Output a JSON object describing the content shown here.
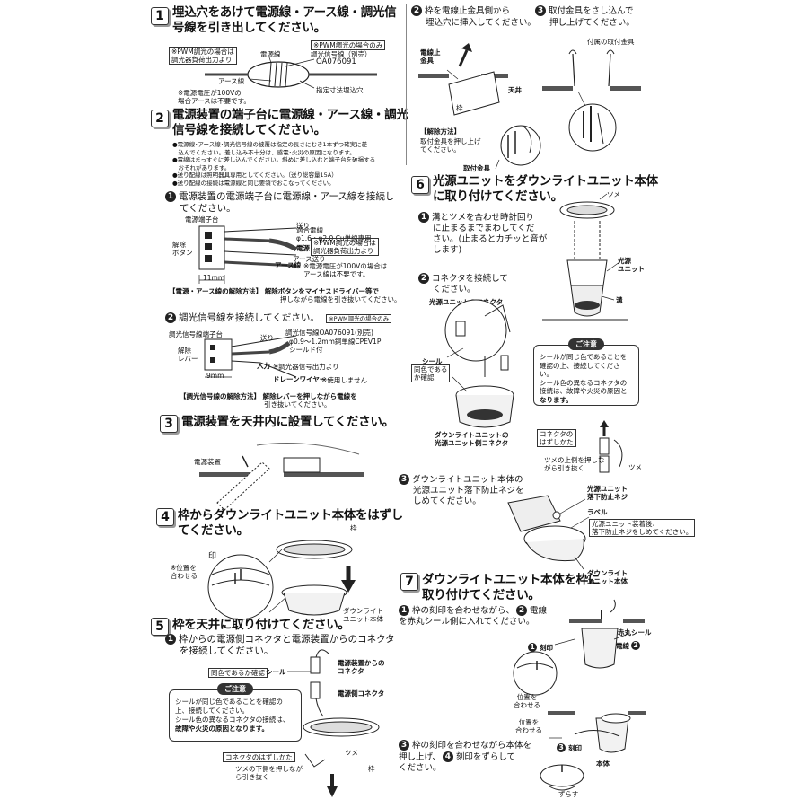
{
  "s1": {
    "num": "1",
    "title_l1": "埋込穴をあけて電源線・アース線・調光信",
    "title_l2": "号線を引き出してください。",
    "note_pwm_nonuse_l1": "※PWM調光の場合は",
    "note_pwm_nonuse_l2": "調光器負荷出力より",
    "lbl_power": "電源線",
    "note_pwm_only": "※PWM調光の場合のみ",
    "lbl_signal": "調光信号線（別売）",
    "lbl_signal_model": "OA076091",
    "lbl_earth": "アース線",
    "note_100v_l1": "※電源電圧が100Vの",
    "note_100v_l2": "場合アースは不要です。",
    "lbl_hole": "指定寸法埋込穴"
  },
  "s2": {
    "num": "2",
    "title_l1": "電源装置の端子台に電源線・アース線・調光",
    "title_l2": "信号線を接続してください。",
    "bullets": [
      "●電源線･アース線･調光信号線の被覆は指定の長さにむき1本ずつ確実に差",
      "　込んでください。差し込み不十分は、感電･火災の原因になります。",
      "●電線はまっすぐに差し込んでください。斜めに差し込むと端子台を破損する",
      "　おそれがあります。",
      "●送り配線は照明器具専用としてください。（送り総容量15A）",
      "●送り配線の接続は電源線と同じ要領でおこなってください。"
    ],
    "step1_l1": "電源装置の電源端子台に電源線・アース線を接続し",
    "step1_l2": "てください。",
    "lbl_terminal": "電源端子台",
    "lbl_release_btn_l1": "解除",
    "lbl_release_btn_l2": "ボタン",
    "lbl_okuri": "送り",
    "lbl_wire_spec_l1": "適合電線",
    "lbl_wire_spec_l2": "φ1.6・φ2.0 Cu単線専用",
    "lbl_dengen": "電源",
    "note_pwm_l1": "※PWM調光の場合は",
    "note_pwm_l2": "調光器負荷出力より",
    "lbl_okuri2": "アース送り",
    "lbl_earth": "アース線",
    "note_earth_l1": "※電源電圧が100Vの場合は",
    "note_earth_l2": "アース線は不要です。",
    "dim_11": "11mm",
    "release_method_l1": "【電源・アース線の解除方法】 解除ボタンをマイナスドライバー等で",
    "release_method_l2": "押しながら電線を引き抜いてください。",
    "step2": "調光信号線を接続してください。",
    "step2_tag": "※PWM調光の場合のみ",
    "lbl_sig_terminal": "調光信号線端子台",
    "lbl_release_lever_l1": "解除",
    "lbl_release_lever_l2": "レバー",
    "lbl_sig_model": "調光信号線OA076091(別売)",
    "lbl_sig_spec_l1": "φ0.9～1.2mm銅単線CPEV1P",
    "lbl_sig_spec_l2": "シールド付",
    "lbl_input": "入力",
    "lbl_input_note": "※調光器信号出力より",
    "dim_9": "9mm",
    "lbl_drain": "ドレーンワイヤー",
    "lbl_drain_note": "※使用しません",
    "sig_release_l1": "【調光信号線の解除方法】 解除レバーを押しながら電線を",
    "sig_release_l2": "引き抜いてください。"
  },
  "s3": {
    "num": "3",
    "title": "電源装置を天井内に設置してください。",
    "lbl_device": "電源装置"
  },
  "s4": {
    "num": "4",
    "title_l1": "枠からダウンライトユニット本体をはずし",
    "title_l2": "てください。",
    "lbl_waku": "枠",
    "lbl_mark": "印",
    "lbl_align_l1": "※位置を",
    "lbl_align_l2": "合わせる",
    "lbl_unit_l1": "ダウンライト",
    "lbl_unit_l2": "ユニット本体"
  },
  "s5": {
    "num": "5",
    "title": "枠を天井に取り付けてください。",
    "step1_l1": "枠からの電源側コネクタと電源装置からのコネクタ",
    "step1_l2": "を接続してください。",
    "tag_same_color": "同色であるか確認",
    "lbl_seal": "シール",
    "lbl_conn_from_l1": "電源装置からの",
    "lbl_conn_from_l2": "コネクタ",
    "lbl_power_conn": "電源側コネクタ",
    "caution_title": "ご注意",
    "caution_l1": "シールが同じ色であることを確認の",
    "caution_l2": "上、接続してください。",
    "caution_l3": "シール色の異なるコネクタの接続は、",
    "caution_l4": "故障や火災の原因となります。",
    "lbl_tsume": "ツメ",
    "lbl_waku": "枠",
    "disconnect_title": "コネクタのはずしかた",
    "disconnect_l1": "ツメの下側を押しなが",
    "disconnect_l2": "ら引き抜く"
  },
  "r1": {
    "step2_l1": "枠を電線止金具側から",
    "step2_l2": "埋込穴に挿入してください。",
    "lbl_stopper_l1": "電線止",
    "lbl_stopper_l2": "金具",
    "lbl_ceiling": "天井",
    "lbl_waku": "枠",
    "release_title": "【解除方法】",
    "release_l1": "取付金具を押し上げ",
    "release_l2": "てください。",
    "lbl_bracket": "取付金具",
    "step3_l1": "取付金具をさし込んで",
    "step3_l2": "押し上げてください。",
    "lbl_attached_bracket": "付属の取付金具"
  },
  "s6": {
    "num": "6",
    "title_l1": "光源ユニットをダウンライトユニット本体",
    "title_l2": "に取り付けてください。",
    "step1_l1": "溝とツメを合わせ時計回り",
    "step1_l2": "に止まるまでまわしてくだ",
    "step1_l3": "さい。(止まるとカチッと音が",
    "step1_l4": "します)",
    "lbl_tsume": "ツメ",
    "lbl_light_l1": "光源",
    "lbl_light_l2": "ユニット",
    "lbl_groove": "溝",
    "step2_l1": "コネクタを接続して",
    "step2_l2": "ください。",
    "lbl_light_conn": "光源ユニットのコネクタ",
    "lbl_seal": "シール",
    "tag_same_l1": "同色である",
    "tag_same_l2": "か確認",
    "lbl_unit_conn_l1": "ダウンライトユニットの",
    "lbl_unit_conn_l2": "光源ユニット側コネクタ",
    "caution_title": "ご注意",
    "caution_l1": "シールが同じ色であることを",
    "caution_l2": "確認の上、接続してください。",
    "caution_l3": "シール色の異なるコネクタの",
    "caution_l4": "接続は、故障や火災の原因と",
    "caution_l5": "なります。",
    "disconnect_l1": "コネクタの",
    "disconnect_l2": "はずしかた",
    "lbl_tsume2": "ツメ",
    "disconnect_note_l1": "ツメの上側を押しな",
    "disconnect_note_l2": "がら引き抜く",
    "step3_l1": "ダウンライトユニット本体の",
    "step3_l2": "光源ユニット落下防止ネジを",
    "step3_l3": "しめてください。",
    "lbl_screw_l1": "光源ユニット",
    "lbl_screw_l2": "落下防止ネジ",
    "lbl_label": "ラベル",
    "lbl_label_note_l1": "光源ユニット装着後、",
    "lbl_label_note_l2": "落下防止ネジをしめてください。",
    "lbl_unit_l1": "ダウンライト",
    "lbl_unit_l2": "ユニット本体"
  },
  "s7": {
    "num": "7",
    "title_l1": "ダウンライトユニット本体を枠に",
    "title_l2": "取り付けてください。",
    "step1_l1": "枠の刻印を合わせながら、",
    "step1_l1b": "電線",
    "step1_l2": "を赤丸シール側に入れてください。",
    "lbl_red_seal": "赤丸シール",
    "lbl_engraving": "刻印",
    "lbl_wire": "電線",
    "lbl_align_l1": "位置を",
    "lbl_align_l2": "合わせる",
    "lbl_align2_l1": "位置を",
    "lbl_align2_l2": "合わせる",
    "lbl_engraving3": "刻印",
    "lbl_body": "本体",
    "step3_l1": "枠の刻印を合わせながら本体を",
    "step3_l2": "押し上げ、",
    "step3_l2b": "刻印をずらして",
    "step3_l3": "ください。",
    "lbl_shift": "ずらす"
  }
}
